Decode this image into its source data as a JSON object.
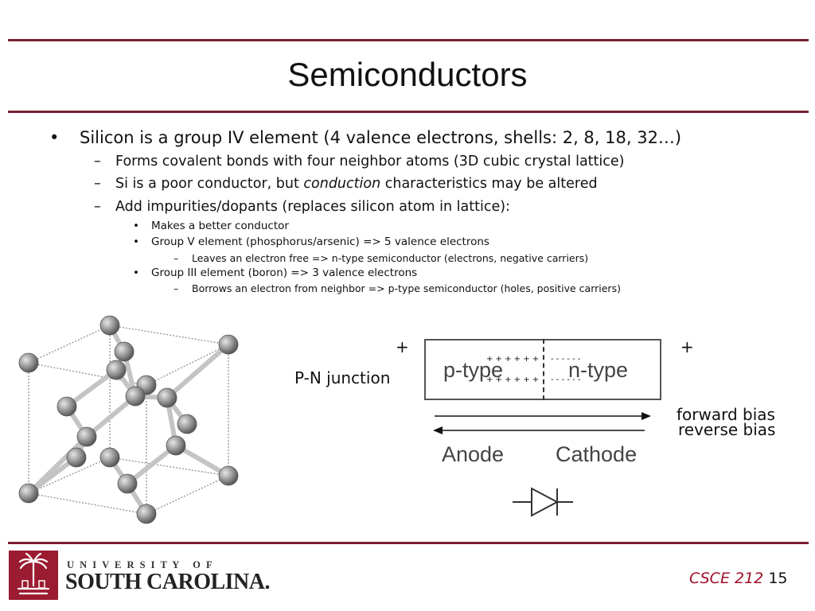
{
  "slide": {
    "title": "Semiconductors",
    "bullets": {
      "b1": "Silicon is a group IV element (4 valence electrons, shells:  2, 8, 18, 32…)",
      "b1_1": "Forms covalent bonds with four neighbor atoms (3D cubic crystal lattice)",
      "b1_2_pre": "Si is a poor conductor, but ",
      "b1_2_em": "conduction",
      "b1_2_post": " characteristics may be altered",
      "b1_3": "Add impurities/dopants (replaces silicon atom in lattice):",
      "b1_3_1": "Makes a better conductor",
      "b1_3_2": "Group V element (phosphorus/arsenic) => 5 valence electrons",
      "b1_3_2_1": "Leaves an electron free => n-type semiconductor (electrons, negative carriers)",
      "b1_3_3": "Group III element (boron) => 3 valence electrons",
      "b1_3_3_1": "Borrows an electron from neighbor => p-type semiconductor (holes, positive carriers)"
    },
    "markers": {
      "l1": "•",
      "l2": "–",
      "l3": "•",
      "l4": "–"
    }
  },
  "junction": {
    "label": "P-N junction",
    "plus_left": "+",
    "plus_right": "+",
    "p_type": "p-type",
    "n_type": "n-type",
    "charges_pos": "+ + + + + +",
    "charges_neg": "- - -  - - -",
    "forward": "forward bias",
    "reverse": "reverse bias",
    "anode": "Anode",
    "cathode": "Cathode"
  },
  "footer": {
    "university_line1": "U N I V E R S I T Y   O F",
    "university_line2": "SOUTH CAROLINA.",
    "course": "CSCE 212",
    "page": "15"
  },
  "colors": {
    "accent": "#7a1f33",
    "course": "#a0102a"
  }
}
